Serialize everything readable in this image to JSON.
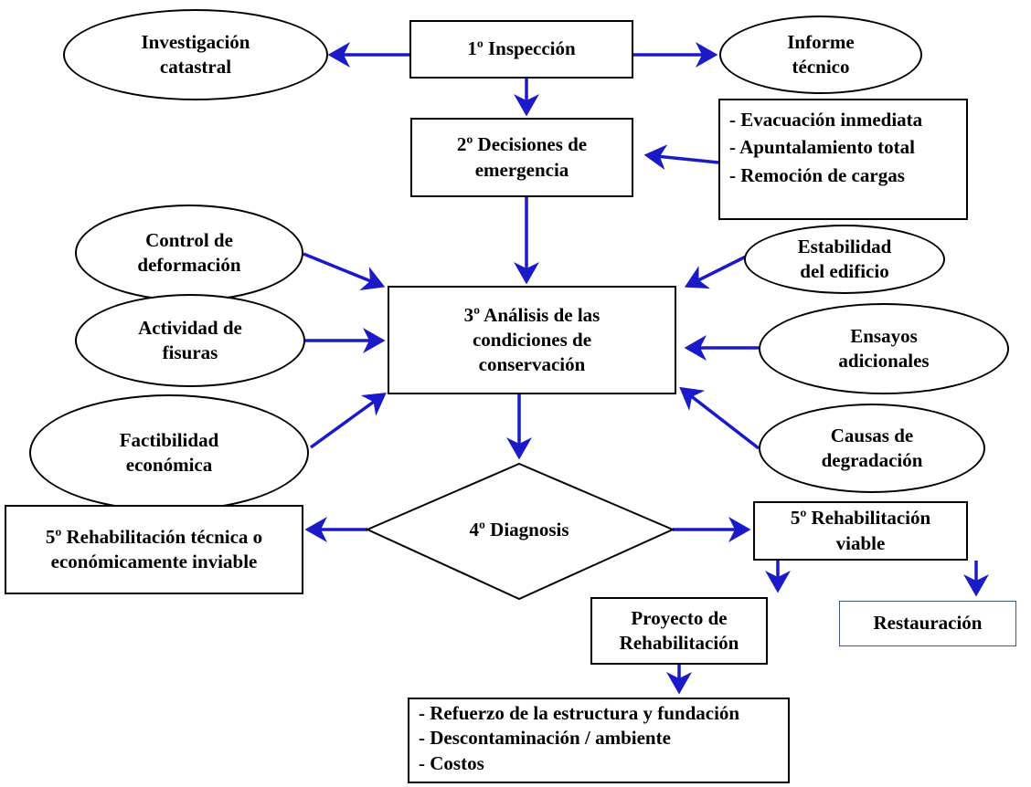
{
  "nodes": {
    "inspeccion": {
      "lines": [
        "1º Inspección"
      ]
    },
    "investigacion": {
      "lines": [
        "Investigación",
        "catastral"
      ]
    },
    "informe": {
      "lines": [
        "Informe",
        "técnico"
      ]
    },
    "decisiones": {
      "lines": [
        "2º Decisiones de",
        "emergencia"
      ]
    },
    "emergencia_list": {
      "items": [
        "- Evacuación inmediata",
        "- Apuntalamiento total",
        "- Remoción de cargas"
      ]
    },
    "control": {
      "lines": [
        "Control de",
        "deformación"
      ]
    },
    "actividad": {
      "lines": [
        "Actividad de",
        "fisuras"
      ]
    },
    "factibilidad": {
      "lines": [
        "Factibilidad",
        "económica"
      ]
    },
    "analisis": {
      "lines": [
        "3º Análisis de las",
        "condiciones de",
        "conservación"
      ]
    },
    "estabilidad": {
      "lines": [
        "Estabilidad",
        "del edificio"
      ]
    },
    "ensayos": {
      "lines": [
        "Ensayos",
        "adicionales"
      ]
    },
    "causas": {
      "lines": [
        "Causas de",
        "degradación"
      ]
    },
    "diagnosis": {
      "lines": [
        "4º Diagnosis"
      ]
    },
    "inviable": {
      "lines": [
        "5º Rehabilitación técnica o",
        "económicamente inviable"
      ]
    },
    "viable": {
      "lines": [
        "5º Rehabilitación",
        "viable"
      ]
    },
    "proyecto": {
      "lines": [
        "Proyecto de",
        "Rehabilitación"
      ]
    },
    "restauracion": {
      "lines": [
        "Restauración"
      ]
    },
    "refuerzo_list": {
      "items": [
        "- Refuerzo de la estructura y fundación",
        "- Descontaminación / ambiente",
        "- Costos"
      ]
    }
  },
  "colors": {
    "arrow": "#1a1ac8",
    "border": "#000000",
    "restauracion_border": "#3a5a8c"
  }
}
